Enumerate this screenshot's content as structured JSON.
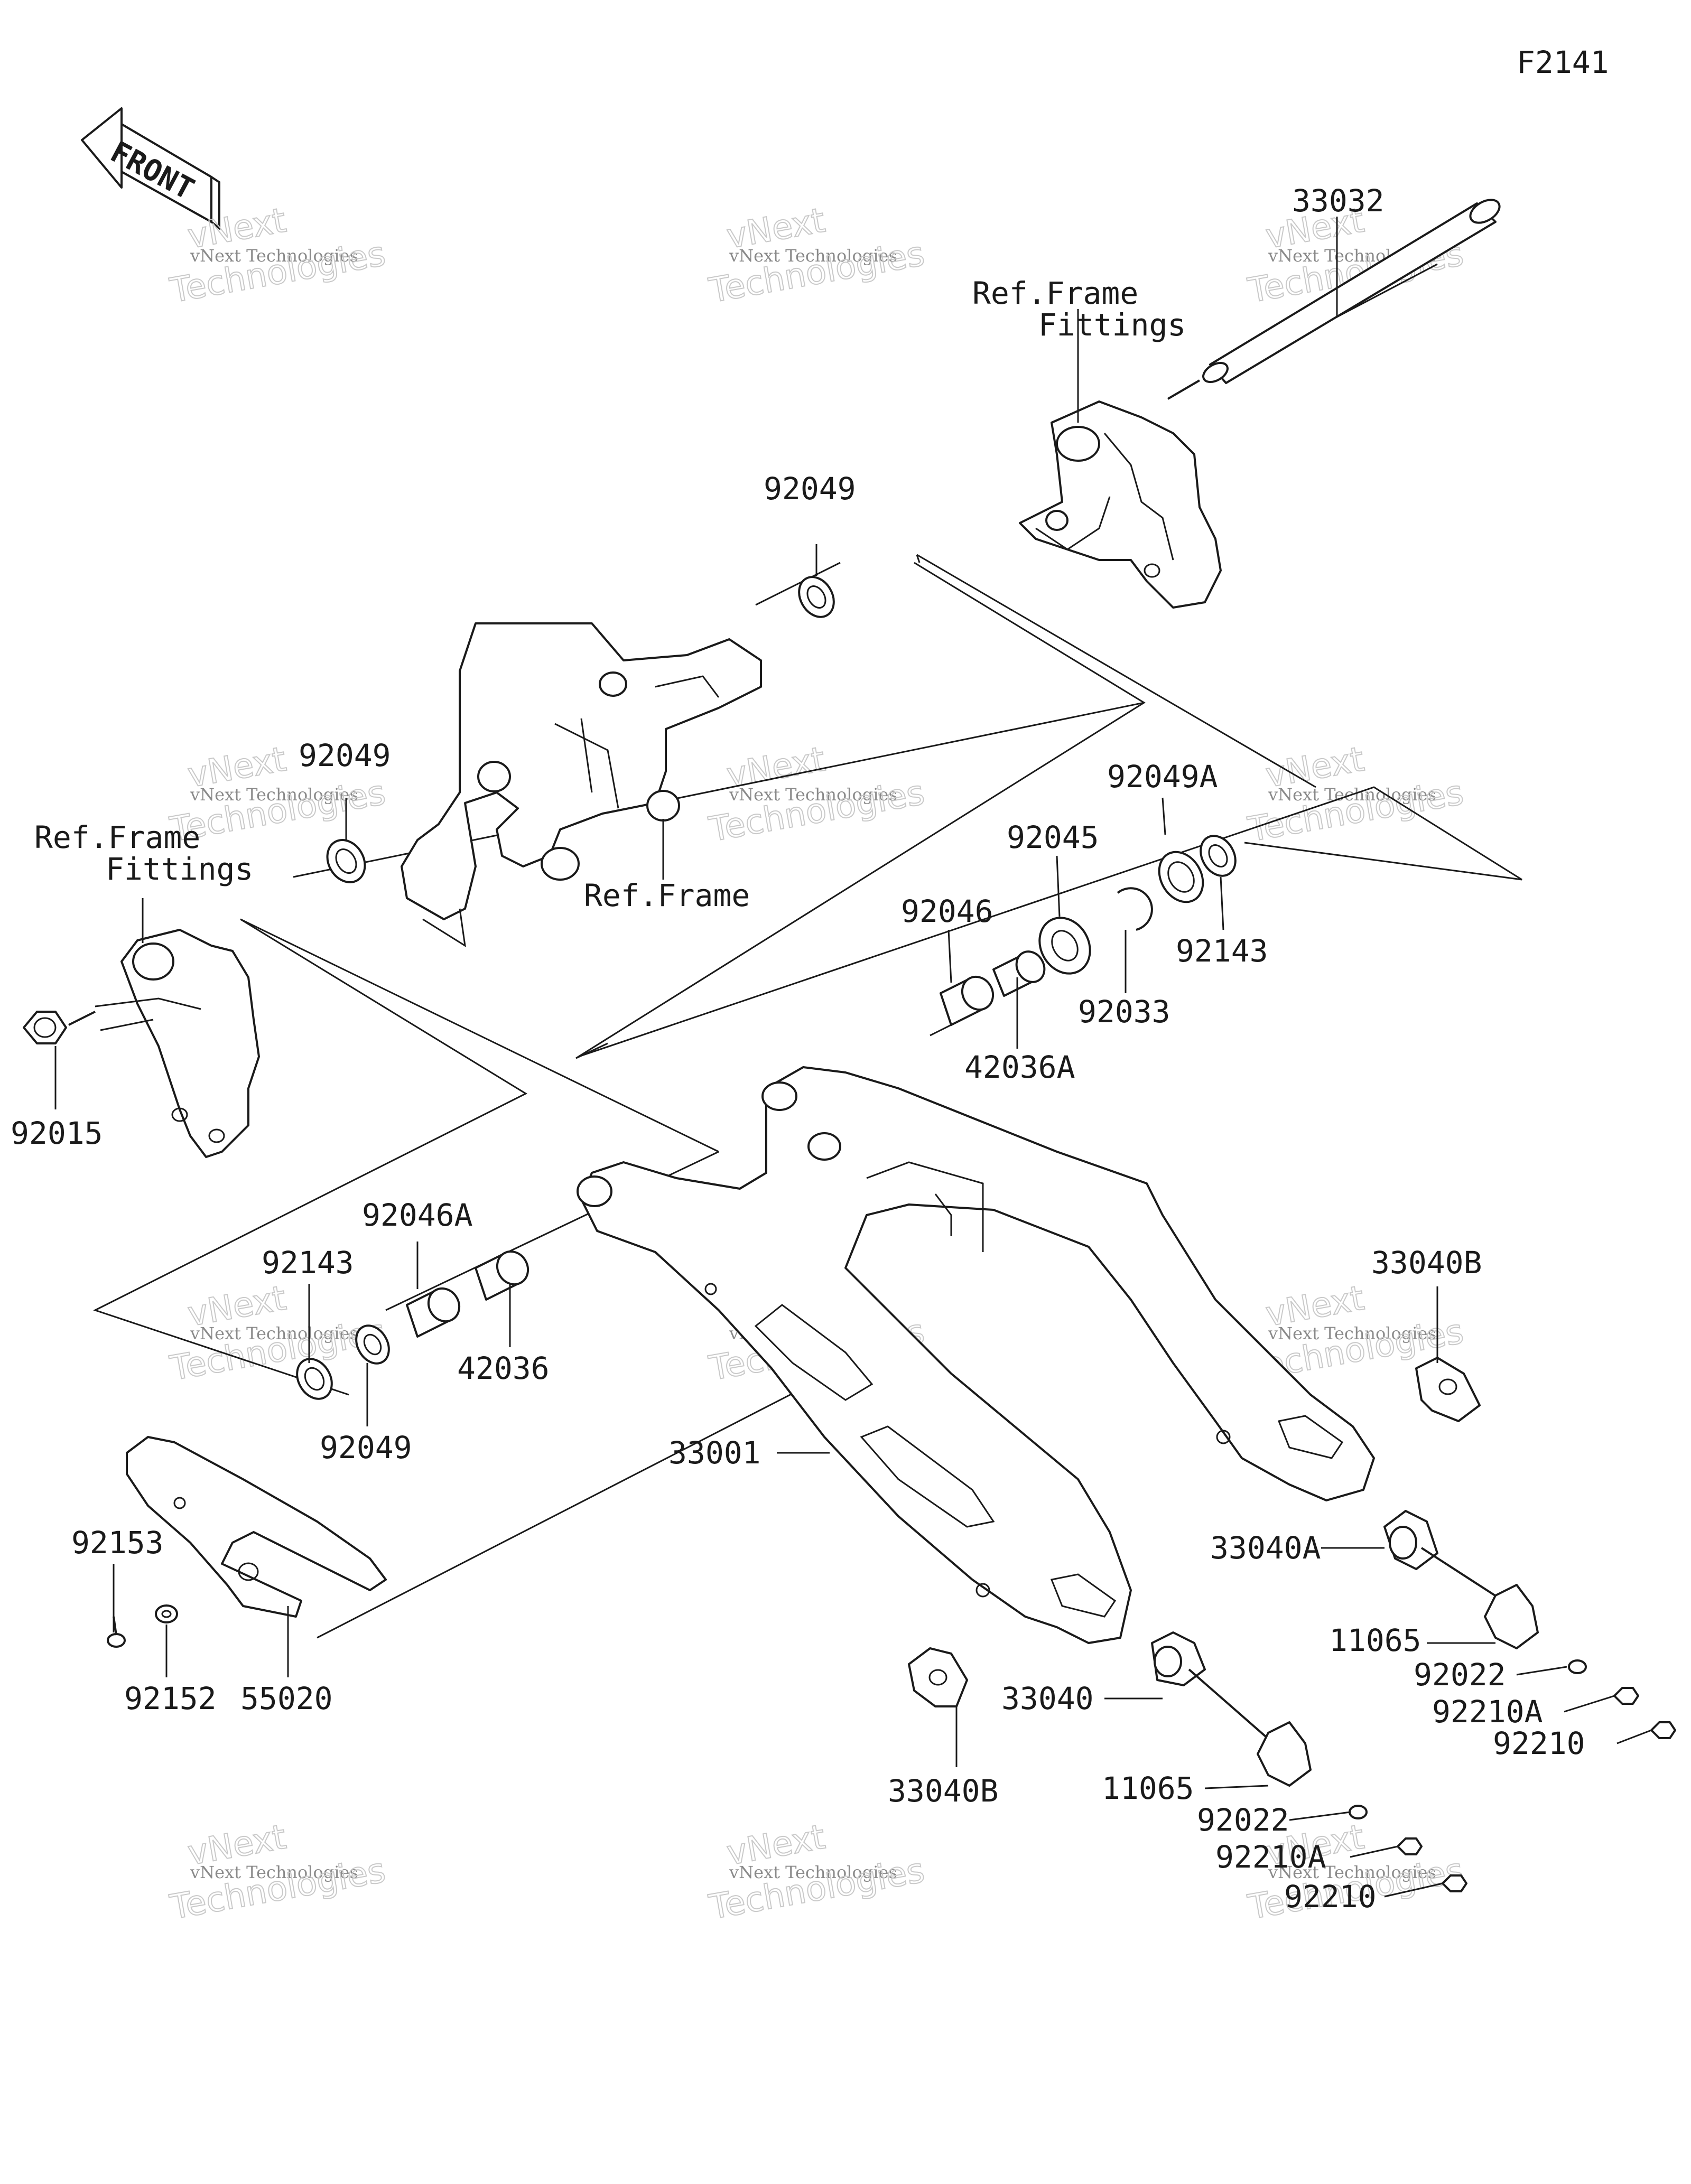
{
  "diagram_code": "F2141",
  "front_label": "FRONT",
  "watermark": {
    "line1": "vNext Technologies",
    "line2": "vNext",
    "line3": "Technologies"
  },
  "parts": {
    "p33032": "33032",
    "ref_frame_fittings_right": "Ref.Frame\nFittings",
    "p92049_top": "92049",
    "p92049_left": "92049",
    "ref_frame": "Ref.Frame",
    "ref_frame_fittings_left": "Ref.Frame\nFittings",
    "p92015": "92015",
    "p92049A": "92049A",
    "p92045": "92045",
    "p92046": "92046",
    "p92143_right": "92143",
    "p92033": "92033",
    "p42036A": "42036A",
    "p92046A": "92046A",
    "p92143_left": "92143",
    "p42036": "42036",
    "p92049_bottom": "92049",
    "p33040B_right": "33040B",
    "p33001": "33001",
    "p33040A": "33040A",
    "p92153": "92153",
    "p11065_right": "11065",
    "p92022_right": "92022",
    "p92210A_right": "92210A",
    "p92210_right": "92210",
    "p92152": "92152",
    "p55020": "55020",
    "p33040": "33040",
    "p33040B_bottom": "33040B",
    "p11065_bottom": "11065",
    "p92022_bottom": "92022",
    "p92210A_bottom": "92210A",
    "p92210_bottom": "92210"
  }
}
